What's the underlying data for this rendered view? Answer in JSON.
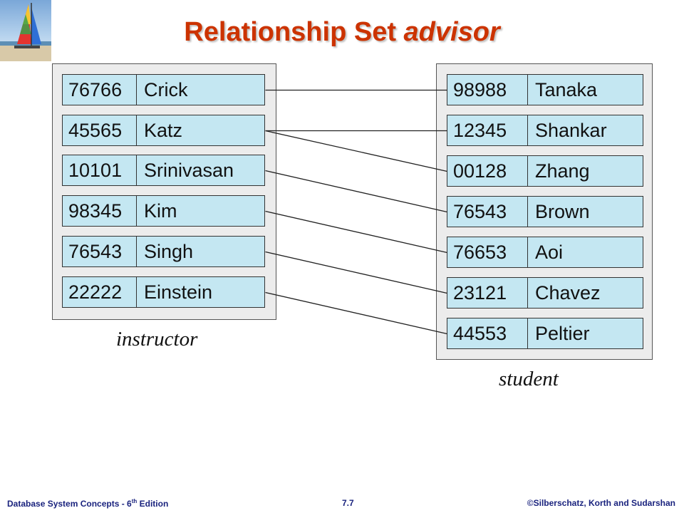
{
  "title": {
    "main": "Relationship Set ",
    "emphasis": "advisor"
  },
  "instructor": {
    "label": "instructor",
    "rows": [
      {
        "id": "76766",
        "name": "Crick"
      },
      {
        "id": "45565",
        "name": "Katz"
      },
      {
        "id": "10101",
        "name": "Srinivasan"
      },
      {
        "id": "98345",
        "name": "Kim"
      },
      {
        "id": "76543",
        "name": "Singh"
      },
      {
        "id": "22222",
        "name": "Einstein"
      }
    ]
  },
  "student": {
    "label": "student",
    "rows": [
      {
        "id": "98988",
        "name": "Tanaka"
      },
      {
        "id": "12345",
        "name": "Shankar"
      },
      {
        "id": "00128",
        "name": "Zhang"
      },
      {
        "id": "76543",
        "name": "Brown"
      },
      {
        "id": "76653",
        "name": "Aoi"
      },
      {
        "id": "23121",
        "name": "Chavez"
      },
      {
        "id": "44553",
        "name": "Peltier"
      }
    ]
  },
  "links": [
    {
      "instructor": 0,
      "student": 0
    },
    {
      "instructor": 1,
      "student": 1
    },
    {
      "instructor": 1,
      "student": 2
    },
    {
      "instructor": 2,
      "student": 3
    },
    {
      "instructor": 3,
      "student": 4
    },
    {
      "instructor": 4,
      "student": 5
    },
    {
      "instructor": 5,
      "student": 6
    }
  ],
  "colors": {
    "title": "#cc3300",
    "record_fill": "#c4e7f2",
    "entity_fill": "#ececec",
    "footer_text": "#1a237e"
  },
  "footer": {
    "left_prefix": "Database  System Concepts  - 6",
    "left_sup": "th",
    "left_suffix": " Edition",
    "center": "7.7",
    "right": "©Silberschatz, Korth and Sudarshan"
  }
}
